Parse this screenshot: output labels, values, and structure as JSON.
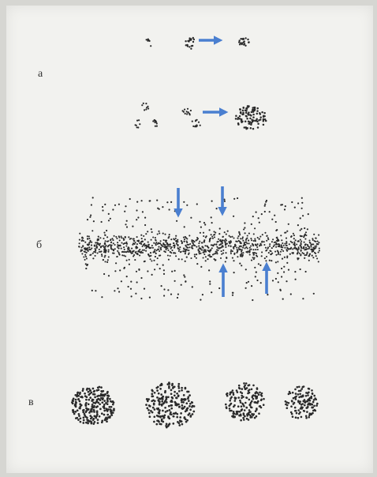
{
  "labels": {
    "a": "а",
    "b": "б",
    "c": "в"
  },
  "colors": {
    "paper": "#f2f2ef",
    "dots": "#2a2a2a",
    "arrows": "#4a7fd0"
  },
  "icons": {
    "arrow": "arrow-icon"
  }
}
